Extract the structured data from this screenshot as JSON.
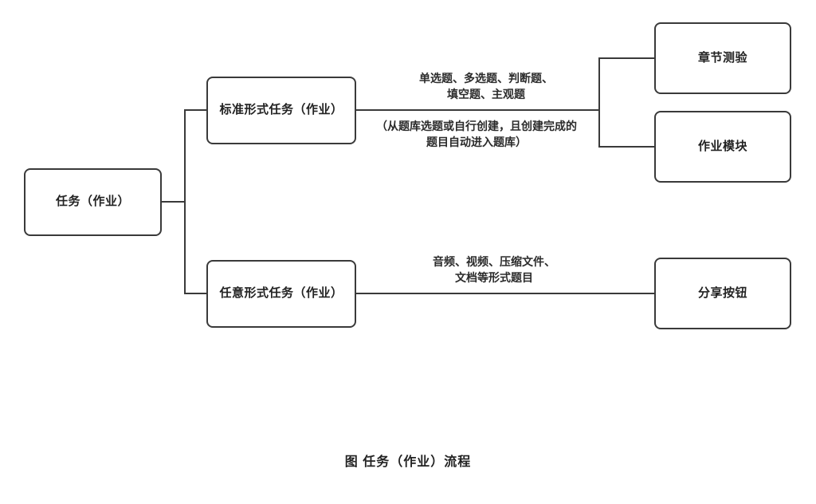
{
  "diagram": {
    "caption": "图 任务（作业）流程",
    "line_color": "#3a3a3a",
    "node_border_color": "#3a3a3a",
    "background_color": "#ffffff",
    "text_color": "#222222",
    "nodes": {
      "root": {
        "label": "任务（作业）"
      },
      "standard_task": {
        "label": "标准形式任务（作业）"
      },
      "free_task": {
        "label": "任意形式任务（作业）"
      },
      "chapter_quiz": {
        "label": "章节测验"
      },
      "homework_module": {
        "label": "作业模块"
      },
      "share_button": {
        "label": "分享按钮"
      }
    },
    "edge_labels": {
      "question_types": "单选题、多选题、判断题、\n填空题、主观题",
      "question_bank_note": "（从题库选题或自行创建，且创建完成的\n题目自动进入题库）",
      "file_types": "音频、视频、压缩文件、\n文档等形式题目"
    }
  }
}
